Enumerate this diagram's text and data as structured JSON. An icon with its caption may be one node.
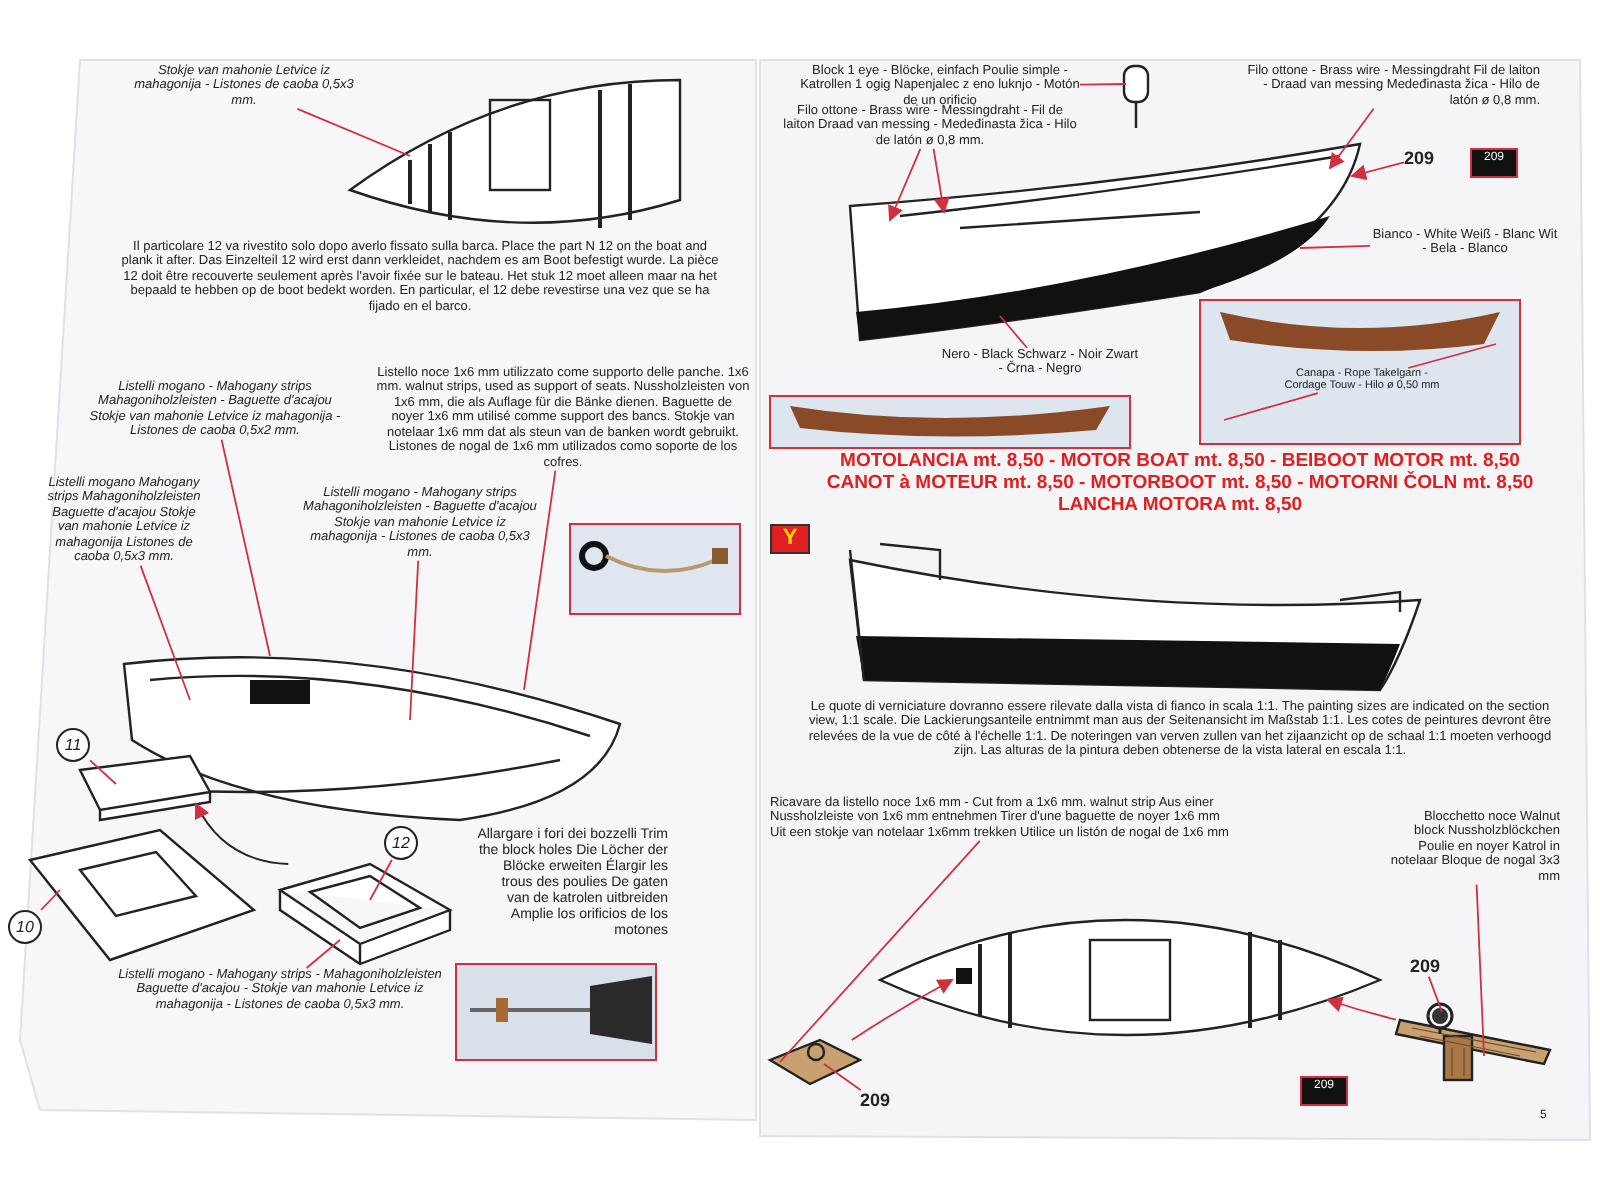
{
  "diagram": {
    "nodes": [
      {
        "text": [
          "Stokje van mahonie Letvice iz mahagonija - Listones de caoba 0,5x3 mm."
        ]
      },
      {
        "text": [
          "Listello noce 1x6 mm utilizzato come supporto delle panche. 1x6 mm. walnut strips, used as support of seats. Nussholzleisten von 1x6 mm, die als Auflage für die Bänke dienen. Baguette de noyer 1x6 mm utilisé comme support des bancs. Stokje van notelaar 1x6 mm dat als steun van de banken wordt gebruikt. Listones de nogal de 1x6 mm utilizados como soporte de los cofres."
        ]
      },
      {
        "text": [
          "Listelli mogano - Mahogany strips Mahagoniholzleisten - Baguette d'acajou Stokje van mahonie Letvice iz mahagonija - Listones de caoba 0,5x2 mm."
        ]
      },
      {
        "text": [
          "Listelli mogano Mahogany strips Mahagoniholzleisten Baguette d'acajou Stokje van mahonie Letvice iz mahagonija Listones de caoba 0,5x3 mm."
        ]
      },
      {
        "text": [
          "Listelli mogano - Mahogany strips Mahagoniholzleisten - Baguette d'acajou Stokje van mahonie Letvice iz mahagonija - Listones de caoba 0,5x3 mm."
        ]
      },
      {
        "text": [
          "11"
        ]
      },
      {
        "text": [
          "10"
        ]
      },
      {
        "text": [
          "12"
        ]
      },
      {
        "text": [
          "Listelli mogano - Mahogany strips - Mahagoniholzleisten Baguette d'acajou - Stokje van mahonie Letvice iz mahagonija - Listones de caoba 0,5x3 mm."
        ]
      },
      {
        "text": [
          "Block 1 eye - Blöcke, einfach Poulie simple - Katrollen 1 ogig Napenjalec z eno luknjo - Motón de un orificio"
        ]
      },
      {
        "text": [
          "Filo ottone - Brass wire - Messingdraht - Fil de laiton Draad van messing - Medeđinasta žica - Hilo de latón ø 0,8 mm."
        ]
      },
      {
        "text": [
          "Filo ottone - Brass wire - Messingdraht Fil de laiton - Draad van messing Medeđinasta žica - Hilo de latón ø 0,8 mm."
        ]
      },
      {
        "text": [
          "209"
        ]
      },
      {
        "text": [
          "209"
        ]
      },
      {
        "text": [
          "Bianco - White Weiß - Blanc Wit - Bela - Blanco"
        ]
      },
      {
        "text": [
          "Nero - Black Schwarz - Noir Zwart - Črna - Negro"
        ]
      },
      {
        "text": [
          "Canapa - Rope Takelgarn - Cordage Touw - Hilo ø 0,50 mm"
        ]
      },
      {
        "text": [
          "Y"
        ]
      },
      {
        "text": [
          "Ricavare da listello noce 1x6 mm - Cut from a 1x6 mm. walnut strip Aus einer Nussholzleiste von 1x6 mm entnehmen Tirer d'une baguette de noyer 1x6 mm Uit een stokje van notelaar 1x6mm trekken Utilice un listón de nogal de 1x6 mm"
        ]
      },
      {
        "text": [
          "209"
        ]
      },
      {
        "text": [
          "Blocchetto noce Walnut block Nussholzblöckchen Poulie en noyer Katrol in notelaar Bloque de nogal 3x3 mm"
        ]
      },
      {
        "text": [
          "209"
        ]
      },
      {
        "text": [
          "209"
        ]
      },
      {
        "text": [],
        "shape": "picture"
      },
      {
        "text": [],
        "shape": "picture"
      },
      {
        "text": [],
        "shape": "picture"
      },
      {
        "text": [],
        "shape": "picture"
      },
      {
        "text": [],
        "shape": "picture"
      },
      {
        "text": [],
        "shape": "picture"
      },
      {
        "text": [],
        "shape": "picture"
      },
      {
        "text": [],
        "shape": "picture"
      },
      {
        "text": [],
        "shape": "picture"
      },
      {
        "text": [],
        "shape": "picture"
      }
    ],
    "edges": [
      {
        "from": 0,
        "to": 23,
        "arrow": "none"
      },
      {
        "from": 1,
        "to": 24,
        "arrow": "none"
      },
      {
        "from": 2,
        "to": 24,
        "arrow": "none"
      },
      {
        "from": 3,
        "to": 24,
        "arrow": "none"
      },
      {
        "from": 4,
        "to": 24,
        "arrow": "none"
      },
      {
        "from": 5,
        "to": 25,
        "arrow": "none"
      },
      {
        "from": 6,
        "to": 26,
        "arrow": "none"
      },
      {
        "from": 7,
        "to": 27,
        "arrow": "none"
      },
      {
        "from": 8,
        "to": 27,
        "arrow": "none"
      },
      {
        "from": 9,
        "to": 28,
        "arrow": "none"
      },
      {
        "from": 10,
        "to": 29,
        "arrow": "to"
      },
      {
        "from": 10,
        "to": 29,
        "arrow": "to"
      },
      {
        "from": 11,
        "to": 29,
        "arrow": "to"
      },
      {
        "from": 12,
        "to": 29,
        "arrow": "to"
      },
      {
        "from": 14,
        "to": 29,
        "arrow": "none"
      },
      {
        "from": 15,
        "to": 29,
        "arrow": "none"
      },
      {
        "from": 16,
        "to": null,
        "arrow": "none"
      },
      {
        "from": 16,
        "to": null,
        "arrow": "none"
      },
      {
        "from": 18,
        "to": 30,
        "arrow": "none"
      },
      {
        "from": 19,
        "to": 30,
        "arrow": "none"
      },
      {
        "from": 20,
        "to": 31,
        "arrow": "none"
      },
      {
        "from": 21,
        "to": 31,
        "arrow": "none"
      },
      {
        "from": 27,
        "to": 25,
        "arrow": "to",
        "color": "#222222"
      },
      {
        "from": 30,
        "to": 32,
        "arrow": "to"
      },
      {
        "from": 31,
        "to": 32,
        "arrow": "to"
      }
    ],
    "labels": [
      "Il particolare 12 va rivestito solo dopo averlo fissato sulla barca. Place the part N 12 on the boat and plank it after. Das Einzelteil 12 wird erst dann verkleidet, nachdem es am Boot befestigt wurde. La pièce 12 doit être recouverte seulement après l'avoir fixée sur le bateau. Het stuk 12 moet alleen maar na het bepaald te hebben op de boot bedekt worden. En particular, el 12 debe revestirse una vez que se ha fijado en el barco.",
      "Allargare i fori dei bozzelli Trim the block holes Die Löcher der Blöcke erweiten Élargir les trous des poulies De gaten van de katrolen uitbreiden Amplie los orificios de los motones",
      "MOTOLANCIA mt. 8,50 - MOTOR BOAT mt. 8,50 - BEIBOOT MOTOR mt. 8,50 CANOT à MOTEUR mt. 8,50 - MOTORBOOT mt. 8,50 - MOTORNI ČOLN mt. 8,50 LANCHA MOTORA mt. 8,50",
      "Le quote di verniciature dovranno essere rilevate dalla vista di fianco in scala 1:1. The painting sizes are indicated on the section view, 1:1 scale. Die Lackierungsanteile entnimmt man aus der Seitenansicht im Maßstab 1:1. Les cotes de peintures devront être relevées de la vue de côté à l'échelle 1:1. De noteringen van verven zullen van het zijaanzicht op de schaal 1:1 moeten verhoogd zijn. Las alturas de la pintura deben obtenerse de la vista lateral en escala 1:1.",
      "5"
    ]
  }
}
